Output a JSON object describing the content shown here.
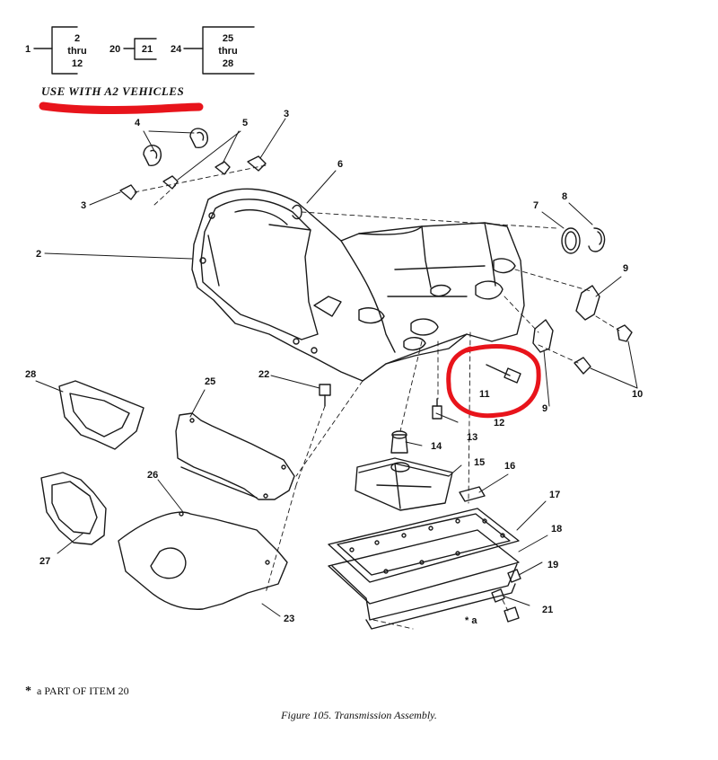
{
  "header": {
    "box_1": {
      "lead": "1",
      "items": [
        "2",
        "thru",
        "12"
      ]
    },
    "box_2": {
      "lead": "20",
      "items": [
        "21"
      ]
    },
    "box_3": {
      "lead": "24",
      "items": [
        "25",
        "thru",
        "28"
      ]
    }
  },
  "a2_note": "USE WITH A2 VEHICLES",
  "callouts": [
    "2",
    "3",
    "3",
    "4",
    "5",
    "6",
    "7",
    "8",
    "9",
    "9",
    "10",
    "11",
    "12",
    "13",
    "14",
    "15",
    "16",
    "17",
    "18",
    "19",
    "21",
    "22",
    "23",
    "25",
    "26",
    "27",
    "28"
  ],
  "footnote": {
    "symbol": "*",
    "text": "a  PART OF ITEM 20"
  },
  "star_marker": "* a",
  "caption": "Figure 105.  Transmission Assembly.",
  "colors": {
    "highlight": "#e8141b",
    "ink": "#1a1a1a"
  }
}
